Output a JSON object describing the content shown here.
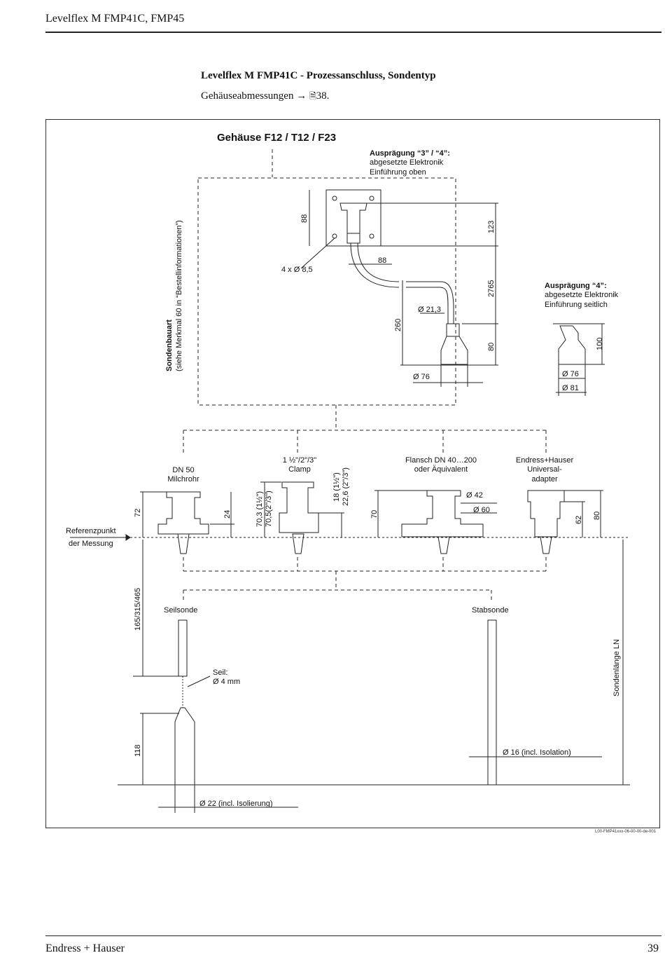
{
  "header": {
    "title": "Levelflex M FMP41C, FMP45"
  },
  "section": {
    "title": "Levelflex M FMP41C - Prozessanschluss, Sondentyp",
    "subtitle": "Gehäuseabmessungen → ",
    "page_ref": "38."
  },
  "drawing": {
    "housing_title": "Gehäuse F12 / T12 / F23",
    "variant_34_title": "Ausprägung “3” / “4”:",
    "variant_34_line1": "abgesetzte Elektronik",
    "variant_34_line2": "Einführung oben",
    "variant_4_title": "Ausprägung “4”:",
    "variant_4_line1": "abgesetzte Elektronik",
    "variant_4_line2": "Einführung seitlich",
    "probe_design_title": "Sondenbauart",
    "probe_design_note": "(siehe Merkmal 60 in “Bestellinformationen”)",
    "dims": {
      "d88a": "88",
      "d88b": "88",
      "holes": "4 x Ø 8,5",
      "d123": "123",
      "d2765": "2765",
      "d21": "Ø 21,3",
      "d260": "260",
      "d80": "80",
      "d76": "Ø 76",
      "d100": "100",
      "d76b": "Ø 76",
      "d81": "Ø 81"
    },
    "connections": {
      "dn50_line1": "DN 50",
      "dn50_line2": "Milchrohr",
      "clamp_line1": "1 ½\"/2\"/3\"",
      "clamp_line2": "Clamp",
      "flange_line1": "Flansch DN 40…200",
      "flange_line2": "oder Äquivalent",
      "eh_line1": "Endress+Hauser",
      "eh_line2": "Universal-",
      "eh_line3": "adapter",
      "d72": "72",
      "d24": "24",
      "d703a": "70,3 (1½\")",
      "d705": "70,5(2\"/3\")",
      "d18": "18 (1½\")",
      "d226": "22,6 (2\"/3\")",
      "d70": "70",
      "d42": "Ø 42",
      "d60": "Ø 60",
      "d62": "62",
      "d80b": "80"
    },
    "reference_line1": "Referenzpunkt",
    "reference_line2": "der Messung",
    "rope_probe": "Seilsonde",
    "rod_probe": "Stabsonde",
    "d165": "165/315/465",
    "rope_label1": "Seil:",
    "rope_label2": "Ø 4 mm",
    "d118": "118",
    "d22": "Ø 22 (incl. Isolierung)",
    "d16": "Ø 16 (incl. Isolation)",
    "probe_length": "Sondenlänge LN",
    "figure_code": "L00-FMP41xxx-06-00-00-de-001"
  },
  "footer": {
    "company": "Endress + Hauser",
    "page_number": "39"
  }
}
